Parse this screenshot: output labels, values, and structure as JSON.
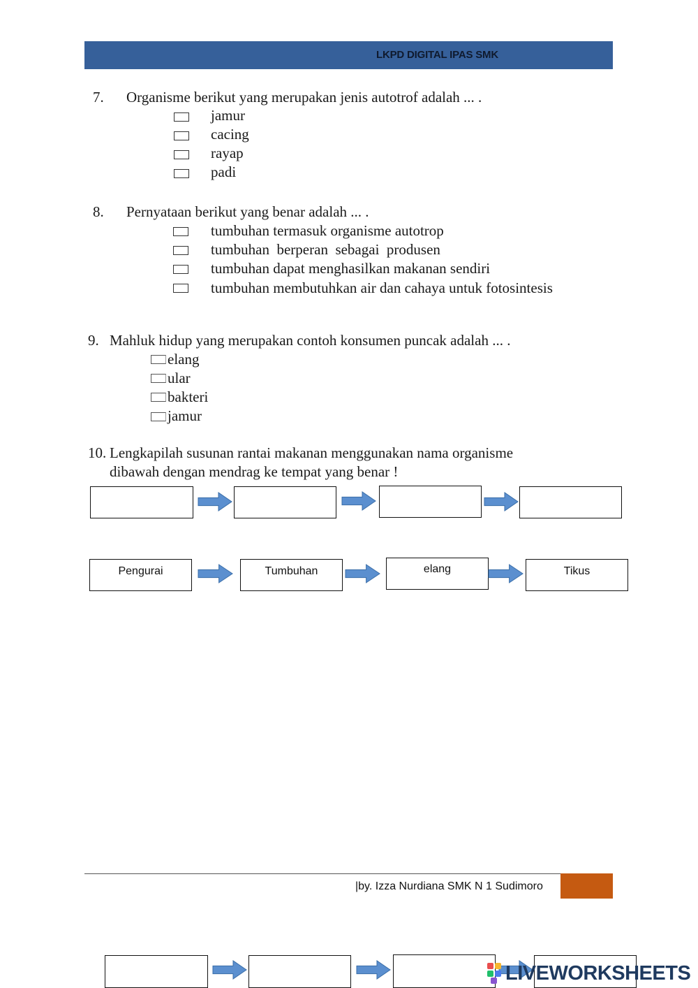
{
  "header": {
    "title": "LKPD DIGITAL IPAS SMK",
    "color": "#36609a"
  },
  "q7": {
    "number": "7.",
    "text": "Organisme berikut yang merupakan jenis autotrof adalah ... .",
    "options": [
      "jamur",
      "cacing",
      "rayap",
      "padi"
    ]
  },
  "q8": {
    "number": "8.",
    "text": "Pernyataan berikut yang benar adalah ... .",
    "options": [
      "tumbuhan termasuk organisme autotrop",
      "tumbuhan  berperan  sebagai  produsen",
      "tumbuhan dapat menghasilkan makanan sendiri",
      "tumbuhan membutuhkan air dan cahaya untuk fotosintesis"
    ]
  },
  "q9": {
    "number": "9.",
    "text": "Mahluk hidup yang merupakan contoh konsumen puncak adalah ... .",
    "options": [
      "elang",
      "ular",
      "bakteri",
      "jamur"
    ]
  },
  "q10": {
    "number": "10.",
    "text_line1": "Lengkapilah susunan rantai makanan menggunakan nama organisme",
    "text_line2": "dibawah dengan mendrag ke tempat yang benar !",
    "drag_items": [
      "Pengurai",
      "Tumbuhan",
      "elang",
      "Tikus"
    ]
  },
  "footer": {
    "text": "|by. Izza Nurdiana SMK N 1 Sudimoro",
    "accent_color": "#c55a11"
  },
  "branding": {
    "logo_text": "LIVEWORKSHEETS"
  },
  "arrow_color": "#5b8fcf"
}
